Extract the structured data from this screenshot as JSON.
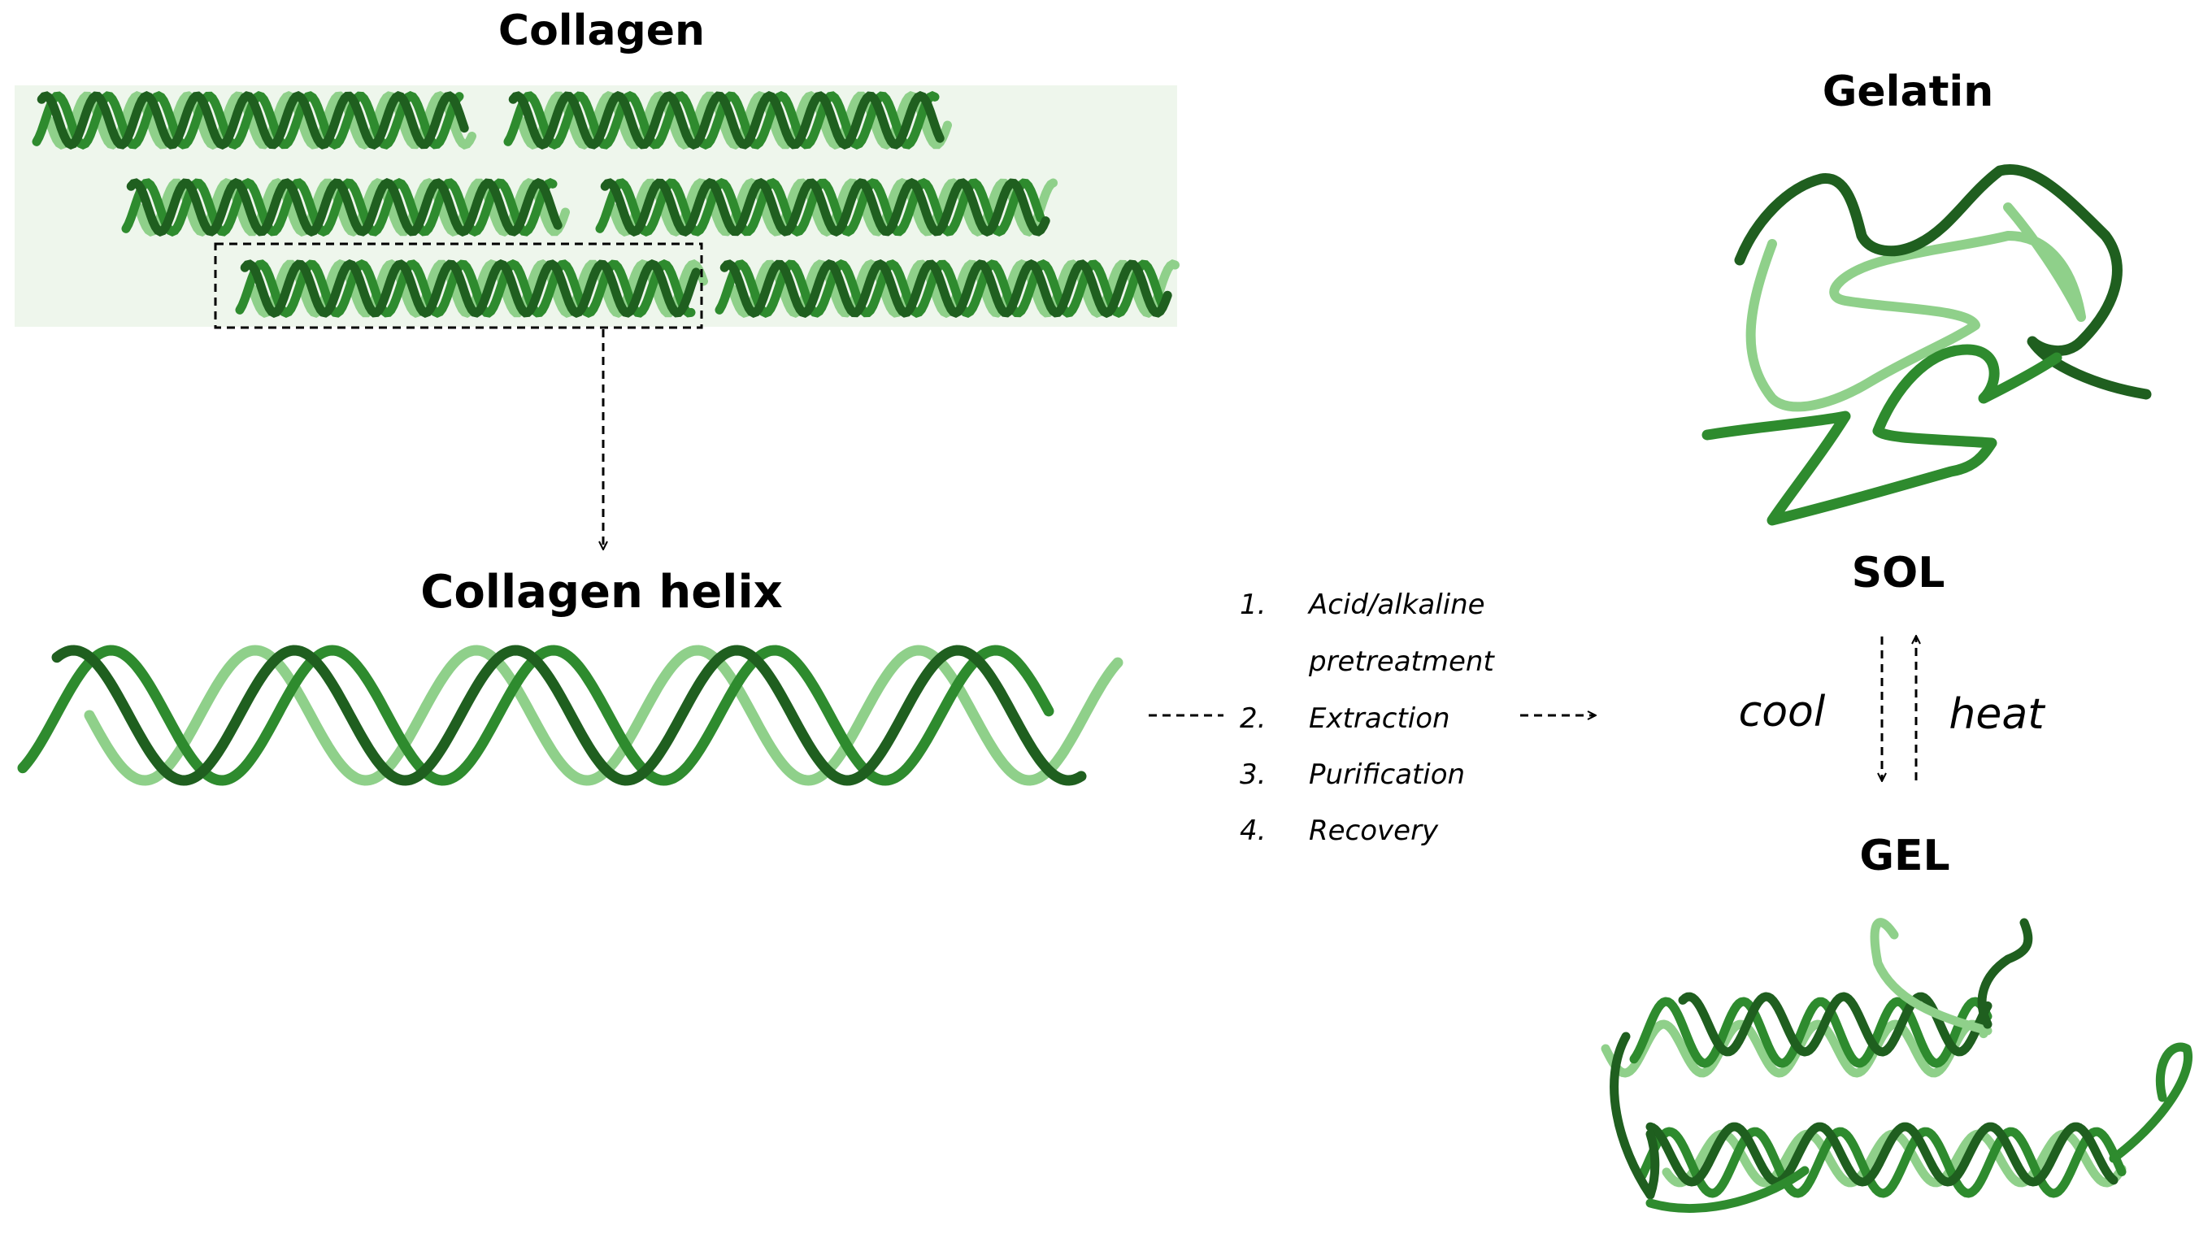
{
  "titles": {
    "collagen": "Collagen",
    "collagen_helix": "Collagen helix",
    "gelatin": "Gelatin",
    "sol": "SOL",
    "gel": "GEL"
  },
  "process_steps": [
    {
      "num": "1.",
      "label": "Acid/alkaline"
    },
    {
      "num": "",
      "label": "pretreatment"
    },
    {
      "num": "2.",
      "label": "Extraction"
    },
    {
      "num": "3.",
      "label": "Purification"
    },
    {
      "num": "4.",
      "label": "Recovery"
    }
  ],
  "transition": {
    "cool": "cool",
    "heat": "heat"
  },
  "colors": {
    "dark_green": "#1f5f1f",
    "mid_green": "#2e8b2e",
    "light_green": "#8fd08a",
    "panel_bg": "#eef6ec"
  }
}
